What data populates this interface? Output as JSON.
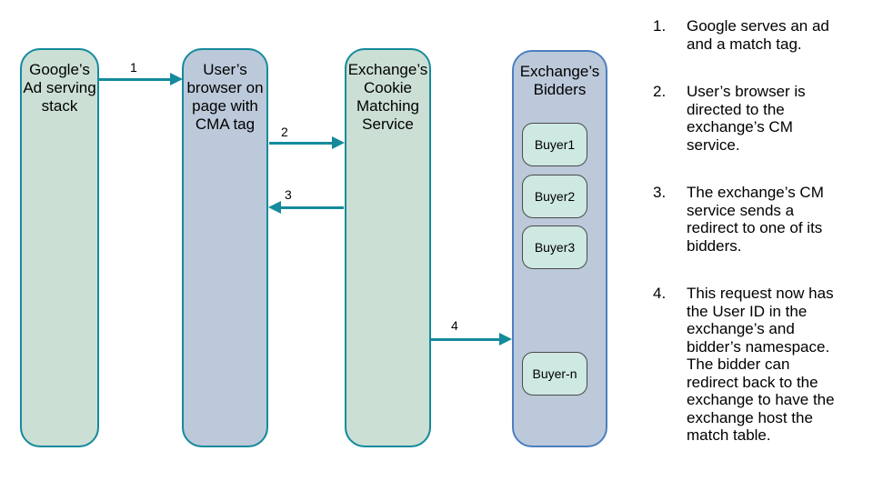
{
  "diagram": {
    "nodes": {
      "google": {
        "label": "Google’s\nAd serving\nstack"
      },
      "browser": {
        "label": "User’s\nbrowser on\npage with\nCMA tag"
      },
      "cm_service": {
        "label": "Exchange’s\nCookie\nMatching\nService"
      },
      "bidders": {
        "label": "Exchange’s\nBidders",
        "buyers": [
          "Buyer1",
          "Buyer2",
          "Buyer3",
          "Buyer-n"
        ]
      }
    },
    "arrow_labels": [
      "1",
      "2",
      "3",
      "4"
    ],
    "colors": {
      "teal_border_arrow": "#148a9c",
      "green_node_fill": "#cbdfd5",
      "blue_node_fill": "#bcc9da",
      "bidders_border": "#4c7fc0",
      "buyer_fill": "#cee8e2",
      "buyer_border": "#4a4a4a"
    }
  },
  "steps": [
    {
      "number": "1.",
      "text": "Google serves an ad\nand a match tag."
    },
    {
      "number": "2.",
      "text": "User’s browser is\ndirected to the\nexchange’s CM\nservice."
    },
    {
      "number": "3.",
      "text": "The exchange’s CM\nservice sends a\nredirect to one of its\nbidders."
    },
    {
      "number": "4.",
      "text": "This request now has\nthe User ID in the\nexchange’s and\nbidder’s namespace.\nThe bidder can\nredirect back to the\nexchange to have the\nexchange host the\nmatch table."
    }
  ]
}
